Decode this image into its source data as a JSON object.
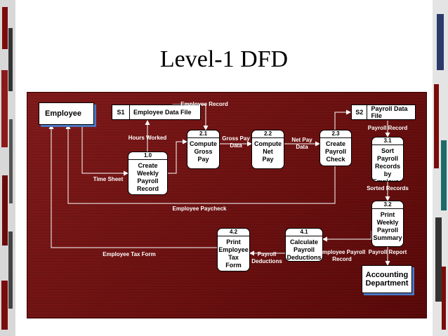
{
  "title": "Level-1 DFD",
  "colors": {
    "panel": "#7a0c0c",
    "line": "#ffffff",
    "entity_shadow": "#4a77c4"
  },
  "entities": {
    "employee": "Employee",
    "accounting": "Accounting\nDepartment"
  },
  "stores": {
    "s1": {
      "id": "S1",
      "name": "Employee Data File"
    },
    "s2": {
      "id": "S2",
      "name": "Payroll Data File"
    }
  },
  "processes": {
    "p1_0": {
      "id": "1.0",
      "text": "Create\nWeekly\nPayroll\nRecord"
    },
    "p2_1": {
      "id": "2.1",
      "text": "Compute\nGross\nPay"
    },
    "p2_2": {
      "id": "2.2",
      "text": "Compute\nNet\nPay"
    },
    "p2_3": {
      "id": "2.3",
      "text": "Create\nPayroll\nCheck"
    },
    "p3_1": {
      "id": "3.1",
      "text": "Sort\nPayroll\nRecords by\nEmployee"
    },
    "p3_2": {
      "id": "3.2",
      "text": "Print\nWeekly\nPayroll\nSummary"
    },
    "p4_1": {
      "id": "4.1",
      "text": "Calculate\nPayroll\nDeductions"
    },
    "p4_2": {
      "id": "4.2",
      "text": "Print\nEmployee\nTax\nForm"
    }
  },
  "flows": {
    "employee_record": "Employee Record",
    "hours_worked": "Hours  Worked",
    "time_sheet": "Time Sheet",
    "gross_pay_data": "Gross Pay\nData",
    "net_pay_data": "Net Pay\nData",
    "payroll_record": "Payroll  Record",
    "sorted_records": "Sorted  Records",
    "employee_paycheck": "Employee Paycheck",
    "employee_payroll_record": "Employee Payroll\nRecord",
    "payroll_report": "Payroll  Report",
    "payroll_deductions": "Payroll\nDeductions",
    "employee_tax_form": "Employee Tax Form"
  }
}
